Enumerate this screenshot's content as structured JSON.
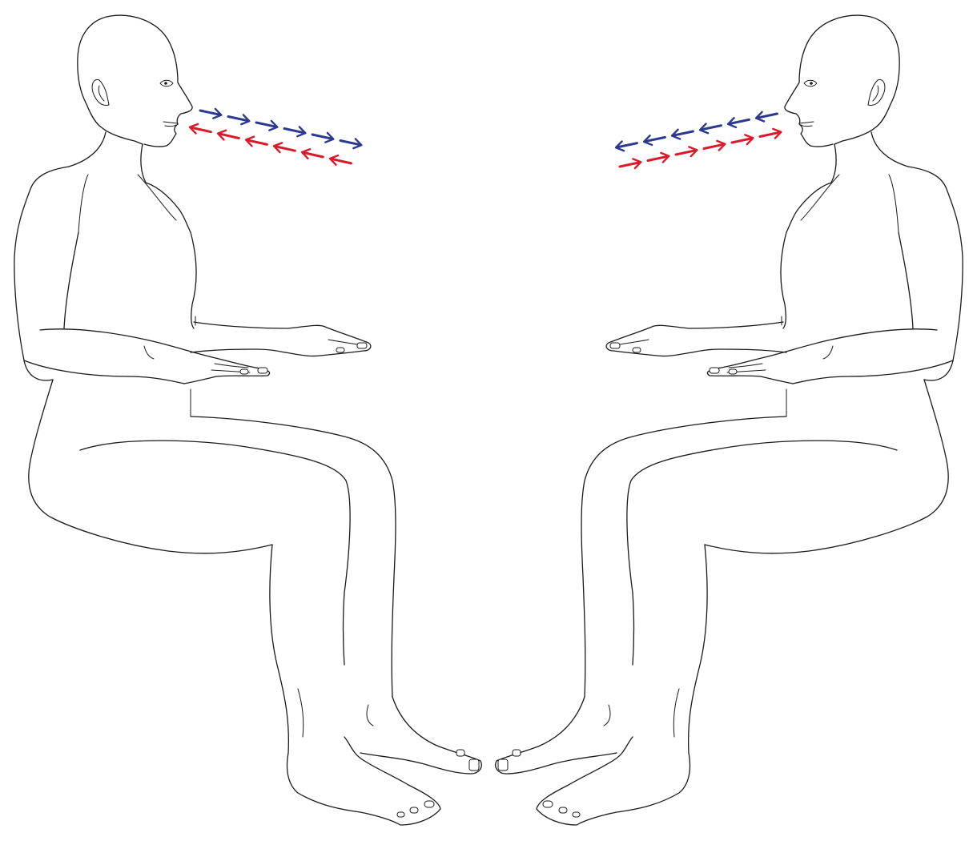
{
  "figure": {
    "type": "two-seated-people-facing-each-other",
    "persons": [
      "person-left",
      "person-right"
    ],
    "colors": {
      "line": "#1a1a1a",
      "arrow_outgoing": "#2b3a8f",
      "arrow_incoming": "#d91a2a",
      "background": "#ffffff"
    },
    "arrows": {
      "left": {
        "blue": {
          "direction": "away-from-mouth",
          "count": 6
        },
        "red": {
          "direction": "toward-mouth",
          "count": 6
        }
      },
      "right": {
        "blue": {
          "direction": "away-from-mouth",
          "count": 6
        },
        "red": {
          "direction": "toward-mouth",
          "count": 6
        }
      }
    }
  }
}
